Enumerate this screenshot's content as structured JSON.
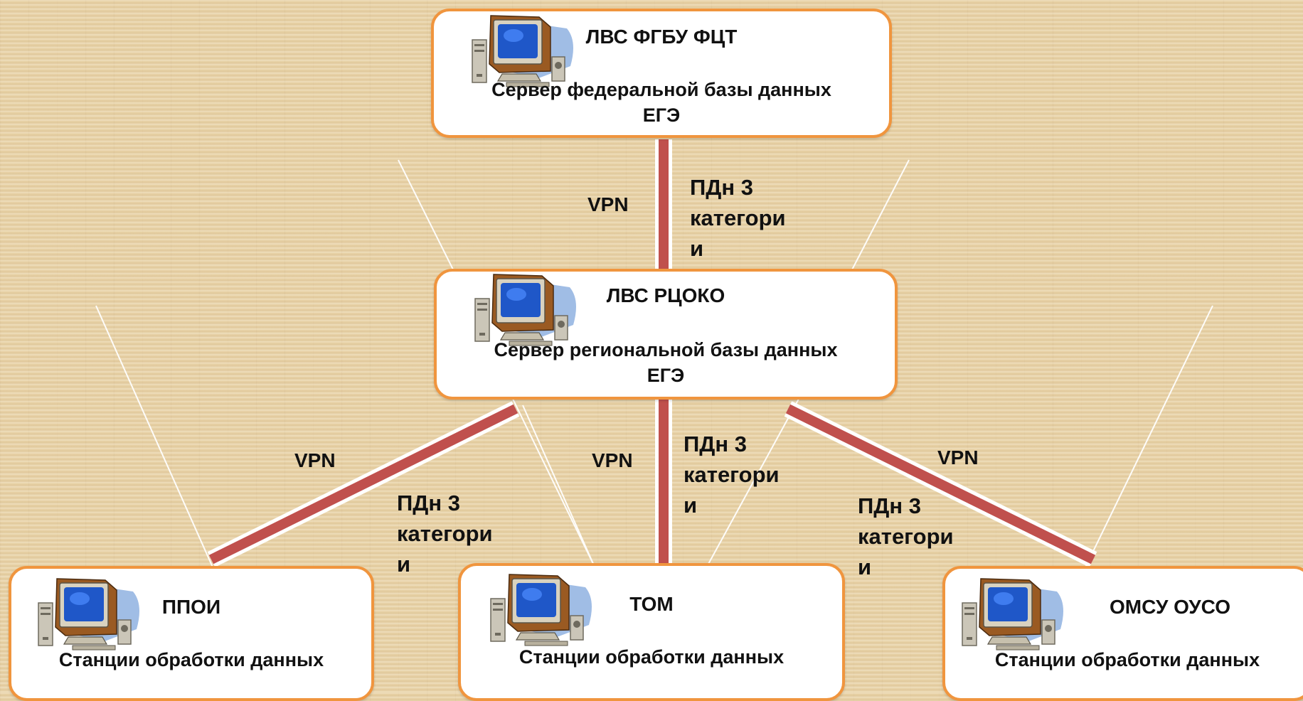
{
  "nodes": {
    "federal": {
      "title": "ЛВС ФГБУ ФЦТ",
      "subtitle_line1": "Сервер федеральной базы данных",
      "subtitle_line2": "ЕГЭ",
      "icon": "computer-icon"
    },
    "regional": {
      "title": "ЛВС РЦОКО",
      "subtitle_line1": "Сервер региональной базы данных",
      "subtitle_line2": "ЕГЭ",
      "icon": "computer-icon"
    },
    "ppoi": {
      "title": "ППОИ",
      "subtitle": "Станции обработки данных",
      "icon": "computer-icon"
    },
    "tom": {
      "title": "ТОМ",
      "subtitle": "Станции обработки данных",
      "icon": "computer-icon"
    },
    "omsu": {
      "title": "ОМСУ ОУСО",
      "subtitle": "Станции обработки данных",
      "icon": "computer-icon"
    }
  },
  "links": [
    {
      "protocol": "VPN",
      "pdn_line1": "ПДн 3",
      "pdn_line2": "категори",
      "pdn_line3": "и"
    },
    {
      "protocol": "VPN",
      "pdn_line1": "ПДн 3",
      "pdn_line2": "категори",
      "pdn_line3": "и"
    },
    {
      "protocol": "VPN",
      "pdn_line1": "ПДн 3",
      "pdn_line2": "категори",
      "pdn_line3": "и"
    },
    {
      "protocol": "VPN",
      "pdn_line1": "ПДн 3",
      "pdn_line2": "категори",
      "pdn_line3": "и"
    }
  ],
  "colors": {
    "box_border": "#f0953e",
    "link_color": "#c0504d",
    "link_outline": "#ffffff",
    "background": "#e8d2a6"
  }
}
